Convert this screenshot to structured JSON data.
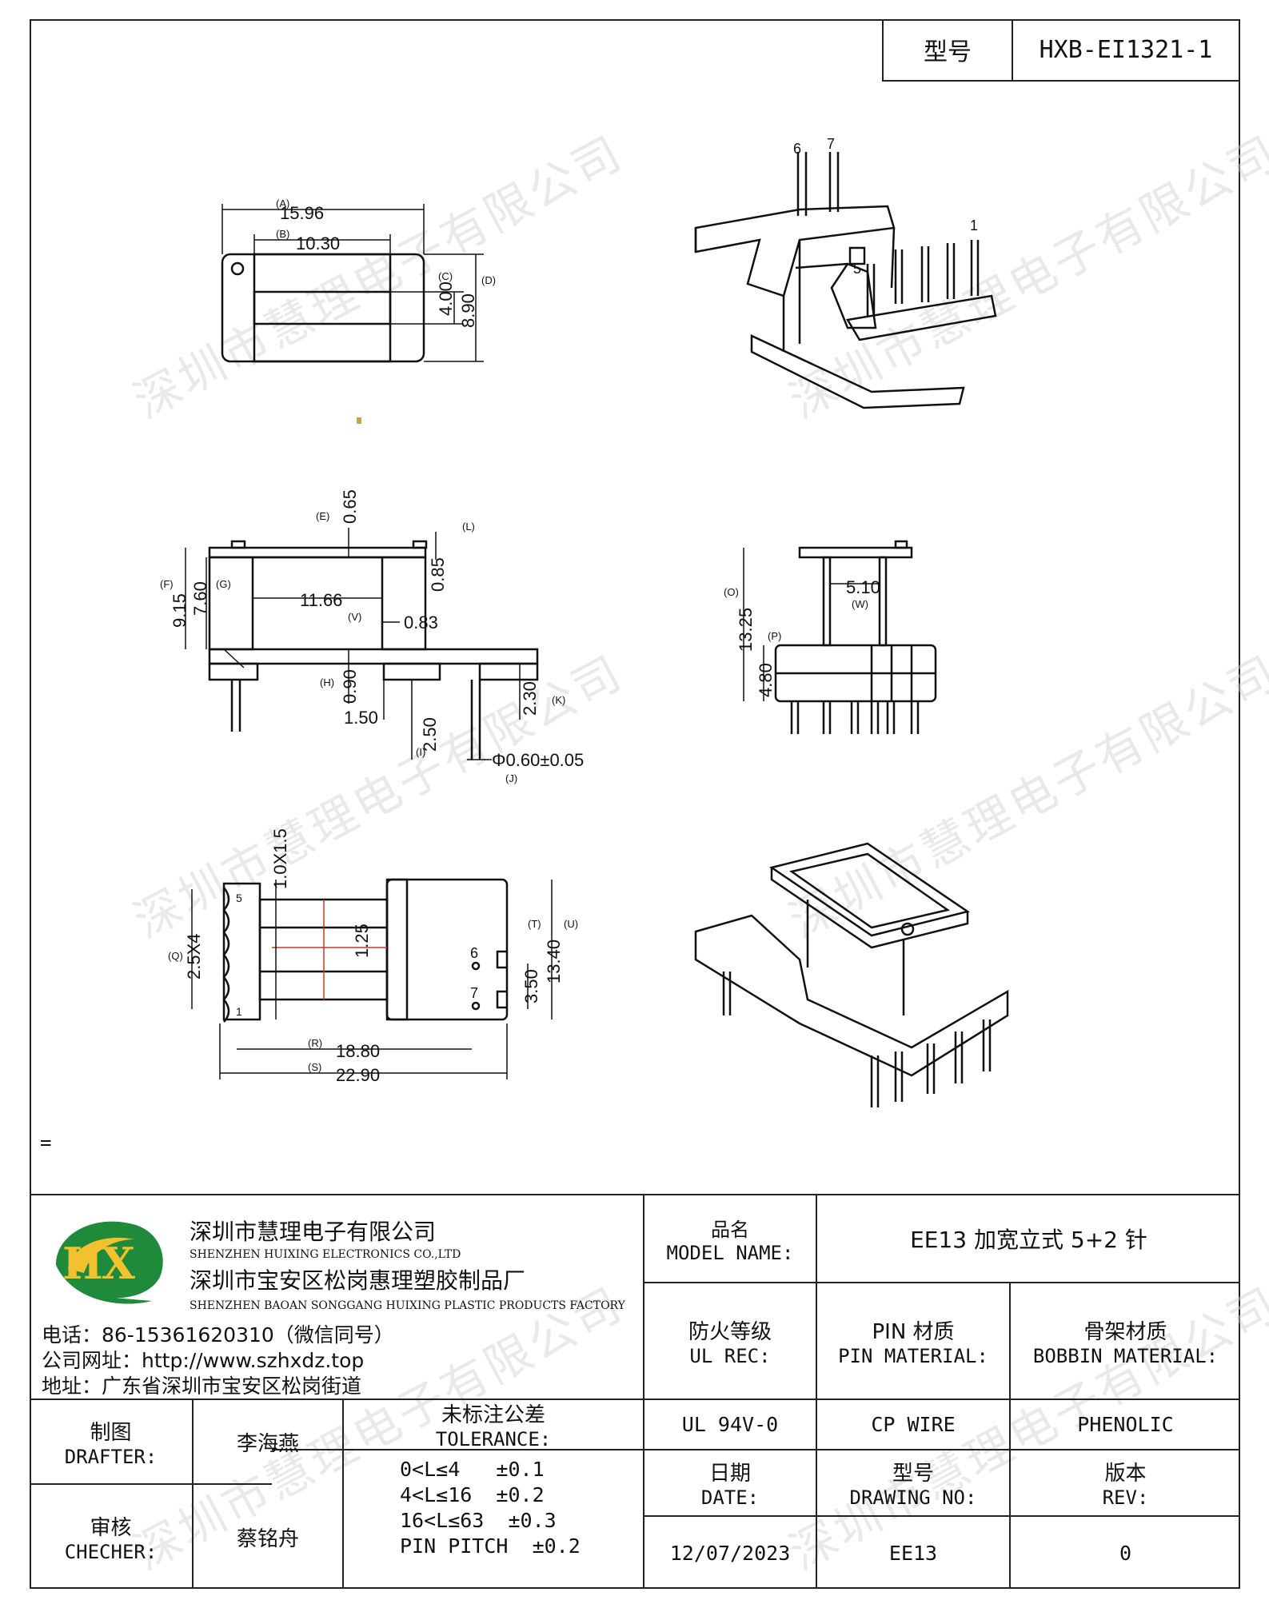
{
  "header": {
    "model_label": "型号",
    "model_value": "HXB-EI1321-1"
  },
  "watermark": "深圳市慧理电子有限公司",
  "stray_mark": "=",
  "dimensions": {
    "A": "15.96",
    "B": "10.30",
    "C": "4.00",
    "D": "8.90",
    "E": "0.65",
    "F": "9.15",
    "G": "7.60",
    "L": "0.85",
    "width_1166": "11.66",
    "V": "0.83",
    "H": "0.90",
    "K": "2.30",
    "w150": "1.50",
    "I": "2.50",
    "J": "Φ0.60±0.05",
    "O": "13.25",
    "P": "4.80",
    "W": "5.10",
    "pin_size": "1.0X1.5",
    "Q": "2.5X4",
    "mid": "1.25",
    "T": "3.50",
    "U": "13.40",
    "R": "18.80",
    "S": "22.90"
  },
  "dim_letters": {
    "A": "(A)",
    "B": "(B)",
    "C": "(C)",
    "D": "(D)",
    "E": "(E)",
    "F": "(F)",
    "G": "(G)",
    "L": "(L)",
    "V": "(V)",
    "H": "(H)",
    "K": "(K)",
    "I": "(I)",
    "J": "(J)",
    "O": "(O)",
    "P": "(P)",
    "W": "(W)",
    "Q": "(Q)",
    "T": "(T)",
    "U": "(U)",
    "R": "(R)",
    "S": "(S)"
  },
  "pin_labels": {
    "p6": "6",
    "p7": "7",
    "p5": "5",
    "p1": "1",
    "v6": "6",
    "v7": "7",
    "v5": "5",
    "v1": "1"
  },
  "company": {
    "name_cn": "深圳市慧理电子有限公司",
    "name_en": "SHENZHEN HUIXING ELECTRONICS CO.,LTD",
    "factory_cn": "深圳市宝安区松岗惠理塑胶制品厂",
    "factory_en": "SHENZHEN BAOAN SONGGANG HUIXING PLASTIC PRODUCTS FACTORY",
    "phone": "电话：86-15361620310（微信同号）",
    "website": "公司网址：http://www.szhxdz.top",
    "address": "地址：广东省深圳市宝安区松岗街道",
    "logo_text": "HX"
  },
  "title_block": {
    "model_name_cn": "品名",
    "model_name_en": "MODEL NAME:",
    "model_name_value": "EE13 加宽立式 5+2 针",
    "ul_cn": "防火等级",
    "ul_en": "UL REC:",
    "pin_cn": "PIN 材质",
    "pin_en": "PIN MATERIAL:",
    "bobbin_cn": "骨架材质",
    "bobbin_en": "BOBBIN MATERIAL:",
    "drafter_cn": "制图",
    "drafter_en": "DRAFTER:",
    "drafter_value": "李海燕",
    "checker_cn": "审核",
    "checker_en": "CHECHER:",
    "checker_value": "蔡铭舟",
    "tolerance_cn": "未标注公差",
    "tolerance_en": "TOLERANCE:",
    "tolerance_rows": [
      "0<L≤4   ±0.1",
      "4<L≤16  ±0.2",
      "16<L≤63  ±0.3",
      "PIN PITCH  ±0.2"
    ],
    "ul_value": "UL 94V-0",
    "pin_value": "CP WIRE",
    "bobbin_value": "PHENOLIC",
    "date_cn": "日期",
    "date_en": "DATE:",
    "drawing_cn": "型号",
    "drawing_en": "DRAWING NO:",
    "rev_cn": "版本",
    "rev_en": "REV:",
    "date_value": "12/07/2023",
    "drawing_value": "EE13",
    "rev_value": "0"
  }
}
